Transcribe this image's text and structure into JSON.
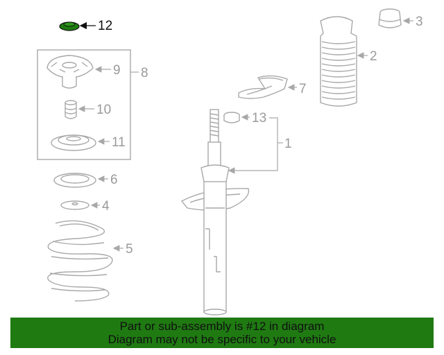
{
  "diagram": {
    "highlight_color": "#1f7a12",
    "highlighted_part": "12",
    "callouts": {
      "c1": "1",
      "c2": "2",
      "c3": "3",
      "c4": "4",
      "c5": "5",
      "c6": "6",
      "c7": "7",
      "c8": "8",
      "c9": "9",
      "c10": "10",
      "c11": "11",
      "c12": "12",
      "c13": "13"
    }
  },
  "banner": {
    "line1": "Part or sub-assembly is #12 in diagram",
    "line2": "Diagram may not be specific to your vehicle"
  }
}
